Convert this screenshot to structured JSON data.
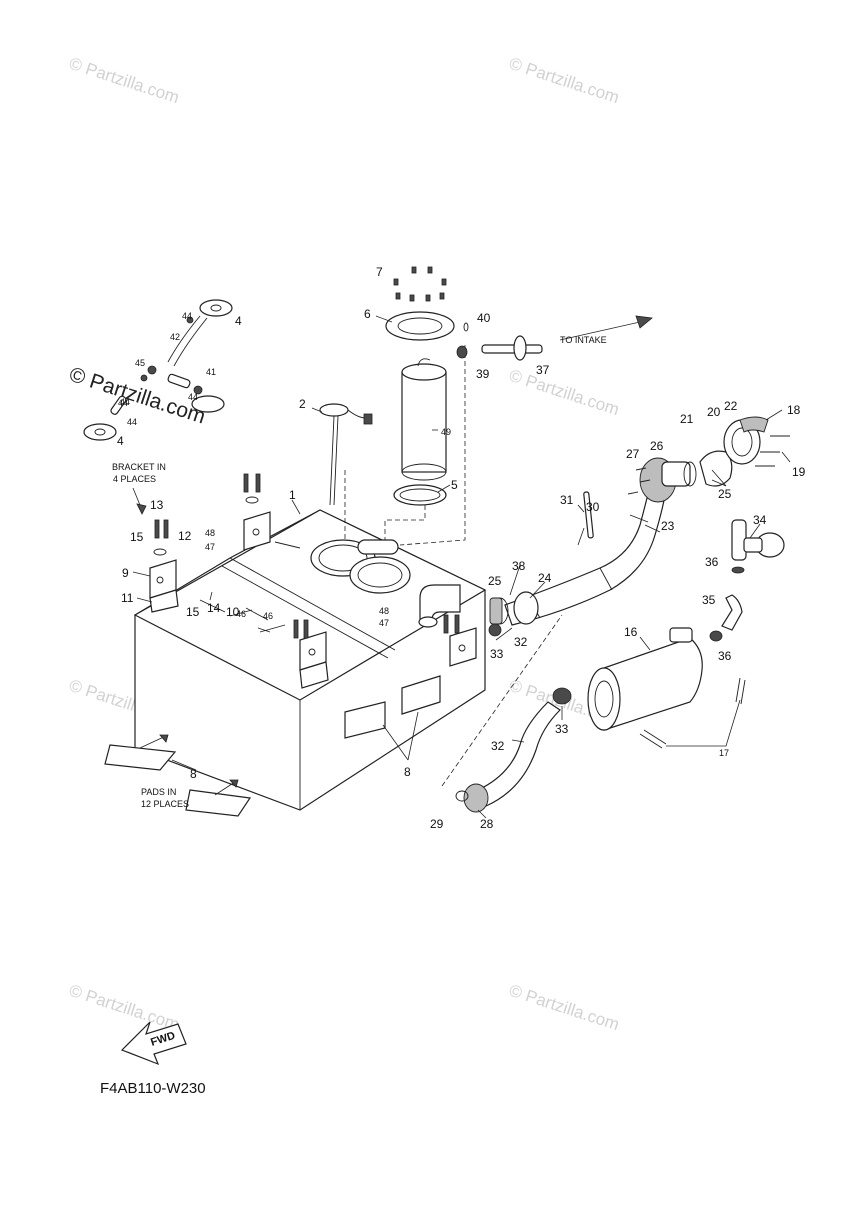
{
  "watermark_text": "© Partzilla.com",
  "diagram_code": "F4AB110-W230",
  "fwd_label": "FWD",
  "notes": {
    "bracket": [
      "BRACKET IN",
      "4 PLACES"
    ],
    "pads": [
      "PADS IN",
      "12 PLACES"
    ],
    "intake": "TO INTAKE"
  },
  "callouts": [
    "1",
    "2",
    "4",
    "4",
    "5",
    "6",
    "7",
    "8",
    "8",
    "9",
    "10",
    "11",
    "12",
    "13",
    "14",
    "15",
    "15",
    "16",
    "17",
    "18",
    "19",
    "20",
    "21",
    "22",
    "23",
    "24",
    "25",
    "25",
    "26",
    "27",
    "28",
    "29",
    "30",
    "31",
    "32",
    "32",
    "33",
    "33",
    "34",
    "35",
    "36",
    "36",
    "37",
    "38",
    "39",
    "40",
    "41",
    "42",
    "44",
    "44",
    "44",
    "44",
    "44",
    "45",
    "46",
    "46",
    "47",
    "47",
    "48",
    "48",
    "49"
  ]
}
